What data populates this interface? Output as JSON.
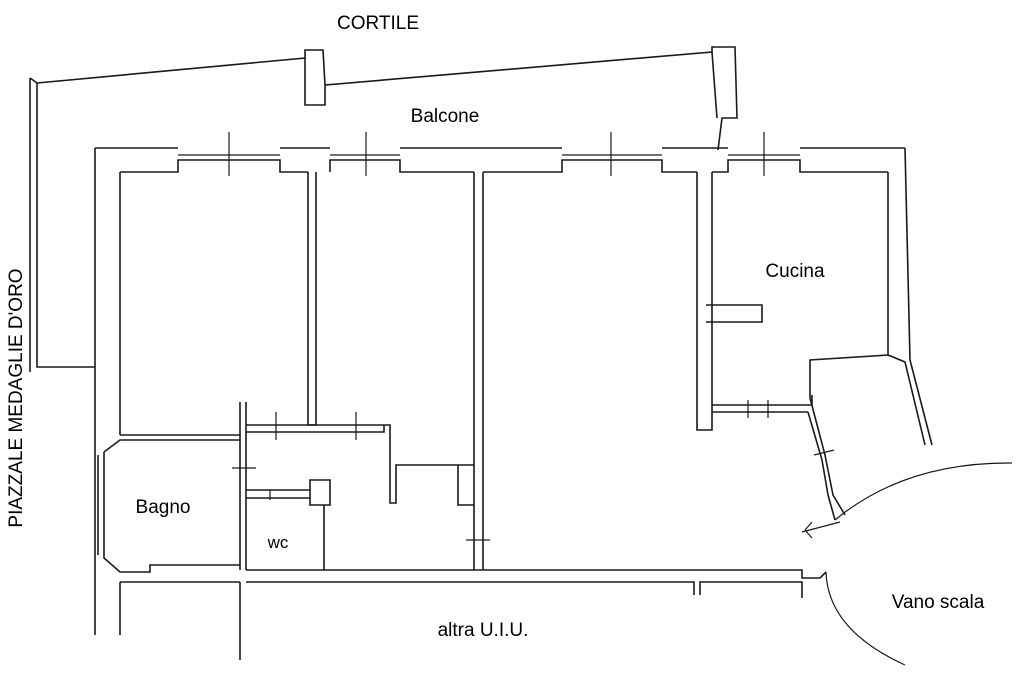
{
  "labels": {
    "cortile": "CORTILE",
    "balcone": "Balcone",
    "cucina": "Cucina",
    "bagno": "Bagno",
    "wc": "wc",
    "vano_scala": "Vano scala",
    "altra_uiu": "altra U.I.U.",
    "piazzale": "PIAZZALE MEDAGLIE D'ORO"
  }
}
